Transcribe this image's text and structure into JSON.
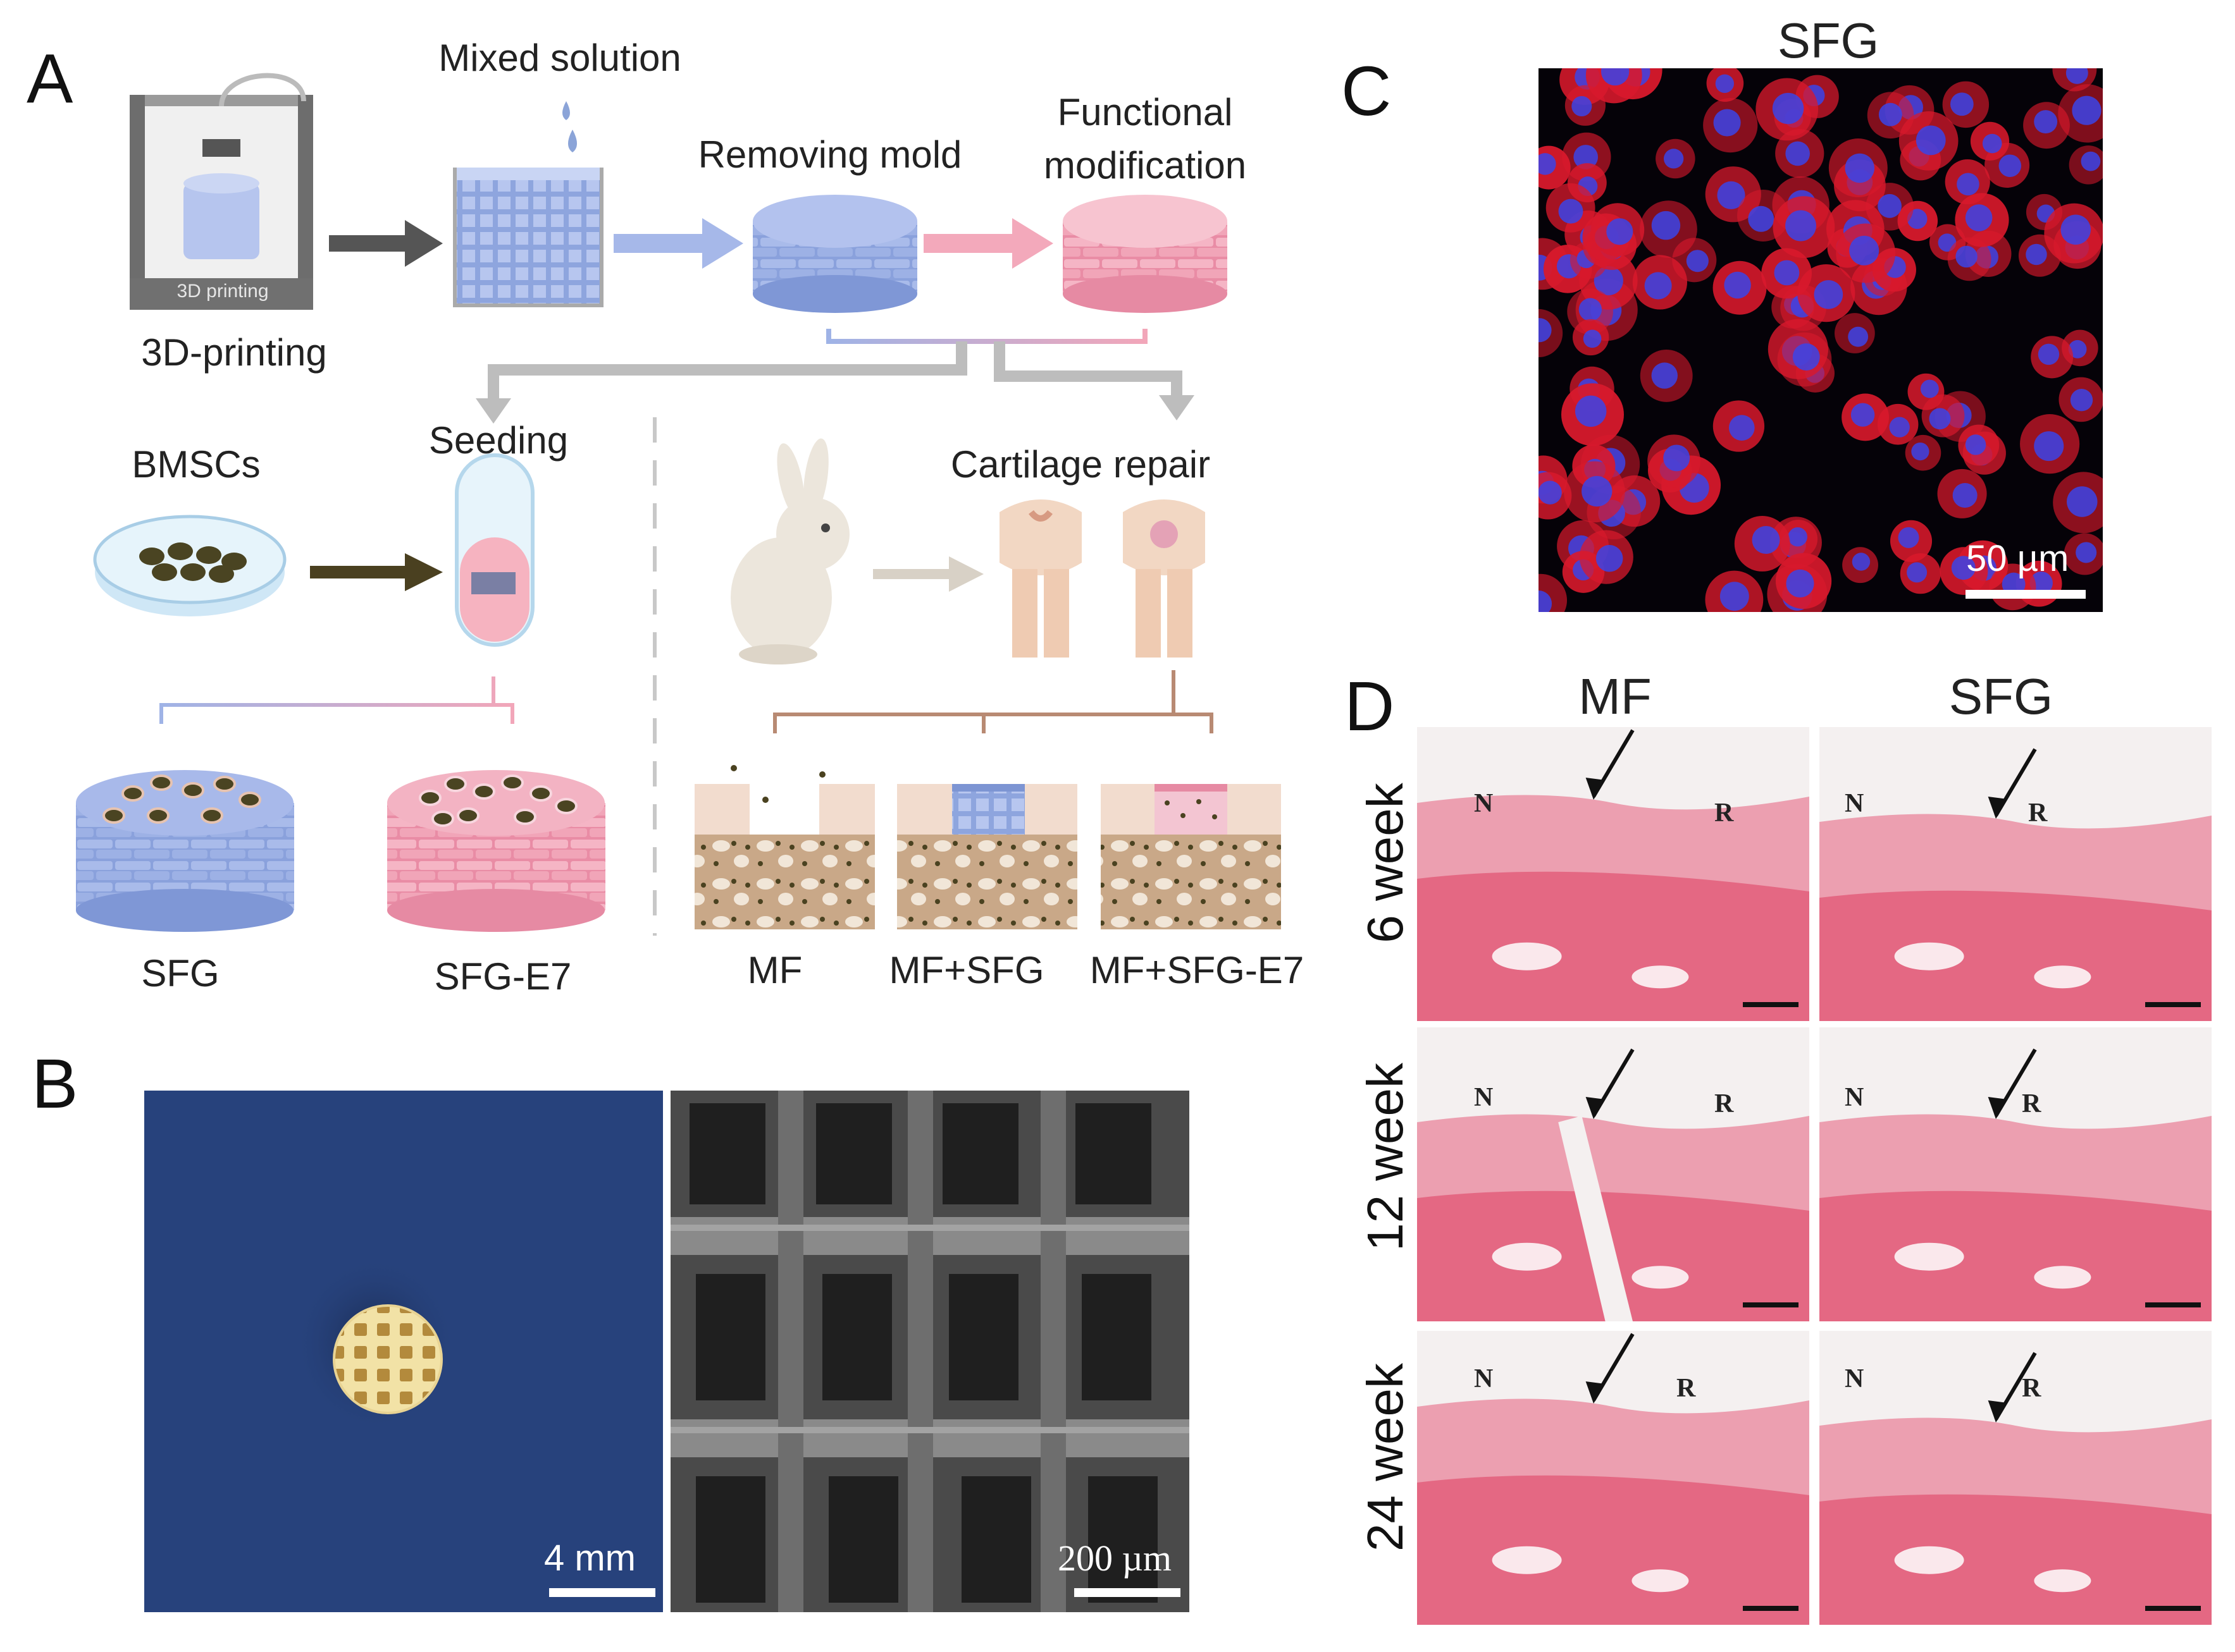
{
  "panels": {
    "a": {
      "letter": "A",
      "labels": {
        "mixed_solution": "Mixed solution",
        "removing_mold": "Removing mold",
        "functional_modification_line1": "Functional",
        "functional_modification_line2": "modification",
        "printer_text": "3D printing",
        "three_d_printing": "3D-printing",
        "bmscs": "BMSCs",
        "seeding": "Seeding",
        "cartilage_repair": "Cartilage repair",
        "sfg": "SFG",
        "sfg_e7": "SFG-E7",
        "mf": "MF",
        "mf_sfg": "MF+SFG",
        "mf_sfg_e7": "MF+SFG-E7"
      }
    },
    "b": {
      "letter": "B",
      "scale_left": "4 mm",
      "scale_right": "200 µm"
    },
    "c": {
      "letter": "C",
      "title": "SFG",
      "scale": "50 µm"
    },
    "d": {
      "letter": "D",
      "col_mf": "MF",
      "col_sfg": "SFG",
      "rows": [
        "6 week",
        "12 week",
        "24 week"
      ],
      "marker_n": "N",
      "marker_r": "R"
    }
  },
  "colors": {
    "blue_scaffold": "#8fa6dd",
    "pink_scaffold": "#f2a6b9",
    "tissue_pink": "#e9607a",
    "navy_background": "#25407a",
    "sem_gray": "#5a5a5a"
  }
}
